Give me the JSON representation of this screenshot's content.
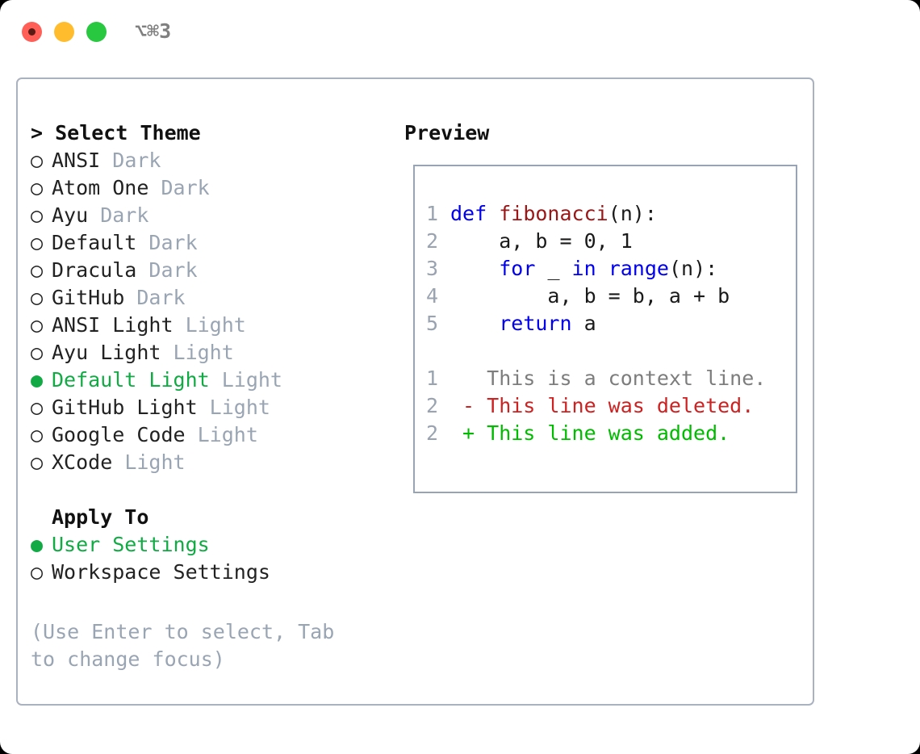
{
  "titlebar": {
    "shortcut": "⌥⌘3",
    "buttons": [
      {
        "name": "close",
        "color": "#ff5f57"
      },
      {
        "name": "minimize",
        "color": "#ffbd2e"
      },
      {
        "name": "maximize",
        "color": "#28c840"
      }
    ]
  },
  "colors": {
    "selected_green": "#11aa44",
    "tag_gray": "#9aa5b4",
    "keyword_blue": "#0000ee",
    "function_red": "#9b1616",
    "diff_deleted": "#cc2222",
    "diff_added": "#00bb00",
    "panel_border": "#aab2c0",
    "hint_gray": "#9aa5b4"
  },
  "theme_list": {
    "header": "> Select Theme",
    "marker_unselected": "○",
    "marker_selected": "●",
    "items": [
      {
        "name": "ANSI",
        "tag": "Dark",
        "selected": false
      },
      {
        "name": "Atom One",
        "tag": "Dark",
        "selected": false
      },
      {
        "name": "Ayu",
        "tag": "Dark",
        "selected": false
      },
      {
        "name": "Default",
        "tag": "Dark",
        "selected": false
      },
      {
        "name": "Dracula",
        "tag": "Dark",
        "selected": false
      },
      {
        "name": "GitHub",
        "tag": "Dark",
        "selected": false
      },
      {
        "name": "ANSI Light",
        "tag": "Light",
        "selected": false
      },
      {
        "name": "Ayu Light",
        "tag": "Light",
        "selected": false
      },
      {
        "name": "Default Light",
        "tag": "Light",
        "selected": true
      },
      {
        "name": "GitHub Light",
        "tag": "Light",
        "selected": false
      },
      {
        "name": "Google Code",
        "tag": "Light",
        "selected": false
      },
      {
        "name": "XCode",
        "tag": "Light",
        "selected": false
      }
    ]
  },
  "apply_to": {
    "header": "Apply To",
    "items": [
      {
        "name": "User Settings",
        "selected": true
      },
      {
        "name": "Workspace Settings",
        "selected": false
      }
    ]
  },
  "hint": "(Use Enter to select, Tab to change focus)",
  "preview": {
    "title": "Preview",
    "code_lines": [
      {
        "num": "1",
        "tokens": [
          {
            "t": "def ",
            "c": "kw"
          },
          {
            "t": "fibonacci",
            "c": "fn"
          },
          {
            "t": "(n):",
            "c": "pl"
          }
        ]
      },
      {
        "num": "2",
        "tokens": [
          {
            "t": "    a, b = 0, 1",
            "c": "pl"
          }
        ]
      },
      {
        "num": "3",
        "tokens": [
          {
            "t": "    ",
            "c": "pl"
          },
          {
            "t": "for ",
            "c": "kw"
          },
          {
            "t": "_ ",
            "c": "pl"
          },
          {
            "t": "in ",
            "c": "kw"
          },
          {
            "t": "range",
            "c": "kw"
          },
          {
            "t": "(n):",
            "c": "pl"
          }
        ]
      },
      {
        "num": "4",
        "tokens": [
          {
            "t": "        a, b = b, a + b",
            "c": "pl"
          }
        ]
      },
      {
        "num": "5",
        "tokens": [
          {
            "t": "    ",
            "c": "pl"
          },
          {
            "t": "return ",
            "c": "kw"
          },
          {
            "t": "a",
            "c": "pl"
          }
        ]
      }
    ],
    "diff_lines": [
      {
        "num": "1",
        "tokens": [
          {
            "t": "   This is a context line.",
            "c": "ctx"
          }
        ]
      },
      {
        "num": "2",
        "tokens": [
          {
            "t": " - This line was deleted.",
            "c": "del"
          }
        ]
      },
      {
        "num": "2",
        "tokens": [
          {
            "t": " + This line was added.",
            "c": "add"
          }
        ]
      }
    ]
  }
}
